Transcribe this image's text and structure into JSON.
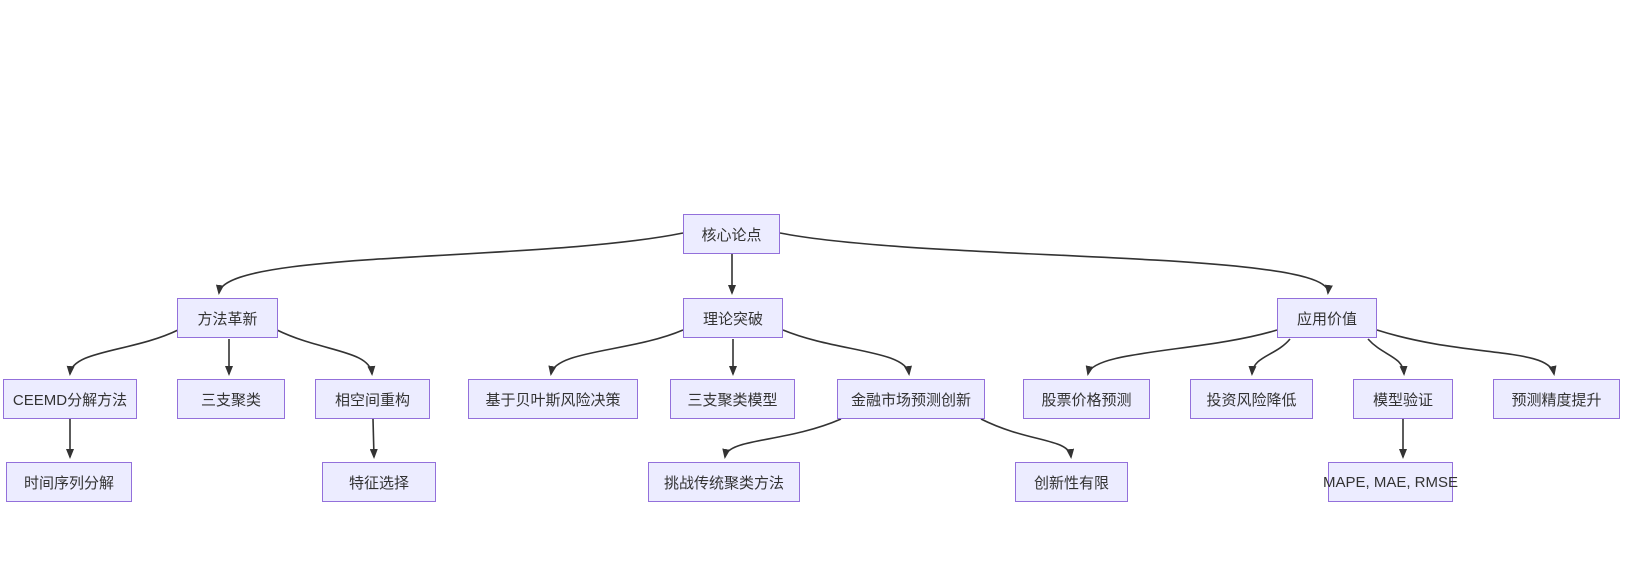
{
  "diagram": {
    "type": "flowchart",
    "direction": "top-down",
    "colors": {
      "background": "#ffffff",
      "node_fill": "#ECECFF",
      "node_border": "#9370DB",
      "edge": "#333333",
      "text": "#333333"
    },
    "nodes": [
      {
        "id": "core",
        "label": "核心论点"
      },
      {
        "id": "method",
        "label": "方法革新"
      },
      {
        "id": "theory",
        "label": "理论突破"
      },
      {
        "id": "application",
        "label": "应用价值"
      },
      {
        "id": "ceemd",
        "label": "CEEMD分解方法"
      },
      {
        "id": "three-way",
        "label": "三支聚类"
      },
      {
        "id": "phase-space",
        "label": "相空间重构"
      },
      {
        "id": "bayes",
        "label": "基于贝叶斯风险决策"
      },
      {
        "id": "twc-model",
        "label": "三支聚类模型"
      },
      {
        "id": "fin-innovation",
        "label": "金融市场预测创新"
      },
      {
        "id": "stock",
        "label": "股票价格预测"
      },
      {
        "id": "risk",
        "label": "投资风险降低"
      },
      {
        "id": "validation",
        "label": "模型验证"
      },
      {
        "id": "accuracy",
        "label": "预测精度提升"
      },
      {
        "id": "ts-decomp",
        "label": "时间序列分解"
      },
      {
        "id": "feature",
        "label": "特征选择"
      },
      {
        "id": "challenge",
        "label": "挑战传统聚类方法"
      },
      {
        "id": "limited",
        "label": "创新性有限"
      },
      {
        "id": "metrics",
        "label": "MAPE, MAE, RMSE"
      }
    ],
    "edges": [
      {
        "from": "core",
        "to": "method"
      },
      {
        "from": "core",
        "to": "theory"
      },
      {
        "from": "core",
        "to": "application"
      },
      {
        "from": "method",
        "to": "ceemd"
      },
      {
        "from": "method",
        "to": "three-way"
      },
      {
        "from": "method",
        "to": "phase-space"
      },
      {
        "from": "theory",
        "to": "bayes"
      },
      {
        "from": "theory",
        "to": "twc-model"
      },
      {
        "from": "theory",
        "to": "fin-innovation"
      },
      {
        "from": "application",
        "to": "stock"
      },
      {
        "from": "application",
        "to": "risk"
      },
      {
        "from": "application",
        "to": "validation"
      },
      {
        "from": "application",
        "to": "accuracy"
      },
      {
        "from": "ceemd",
        "to": "ts-decomp"
      },
      {
        "from": "phase-space",
        "to": "feature"
      },
      {
        "from": "fin-innovation",
        "to": "challenge"
      },
      {
        "from": "fin-innovation",
        "to": "limited"
      },
      {
        "from": "validation",
        "to": "metrics"
      }
    ]
  }
}
